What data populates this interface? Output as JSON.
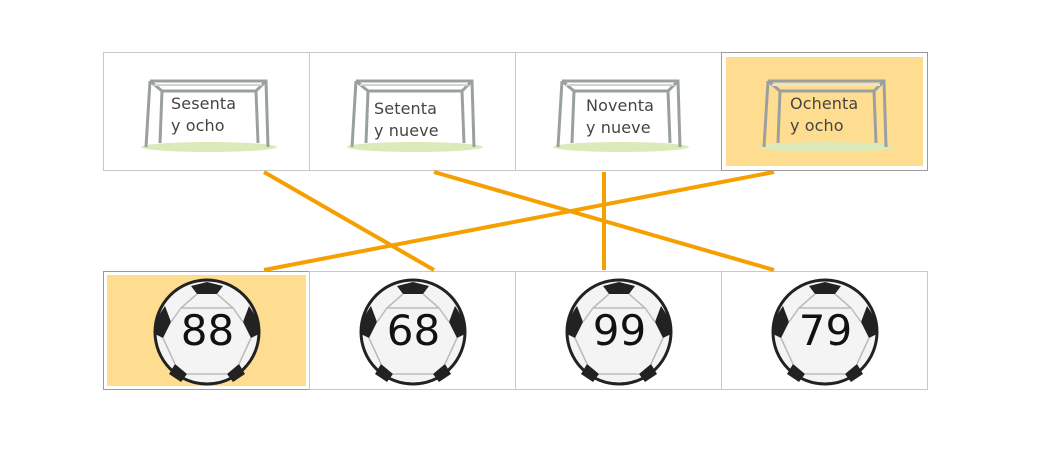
{
  "goals": [
    {
      "line1": "Sesenta",
      "line2": "y ocho",
      "selected": false
    },
    {
      "line1": "Setenta",
      "line2": "y nueve",
      "selected": false
    },
    {
      "line1": "Noventa",
      "line2": "y nueve",
      "selected": false
    },
    {
      "line1": "Ochenta",
      "line2": "y ocho",
      "selected": true
    }
  ],
  "balls": [
    {
      "value": "88",
      "selected": true
    },
    {
      "value": "68",
      "selected": false
    },
    {
      "value": "99",
      "selected": false
    },
    {
      "value": "79",
      "selected": false
    }
  ],
  "colors": {
    "selected_bg": "#ffdd90",
    "line": "#f5a000"
  },
  "icons": {
    "goal": "soccer-goal-icon",
    "ball": "soccer-ball-icon"
  }
}
